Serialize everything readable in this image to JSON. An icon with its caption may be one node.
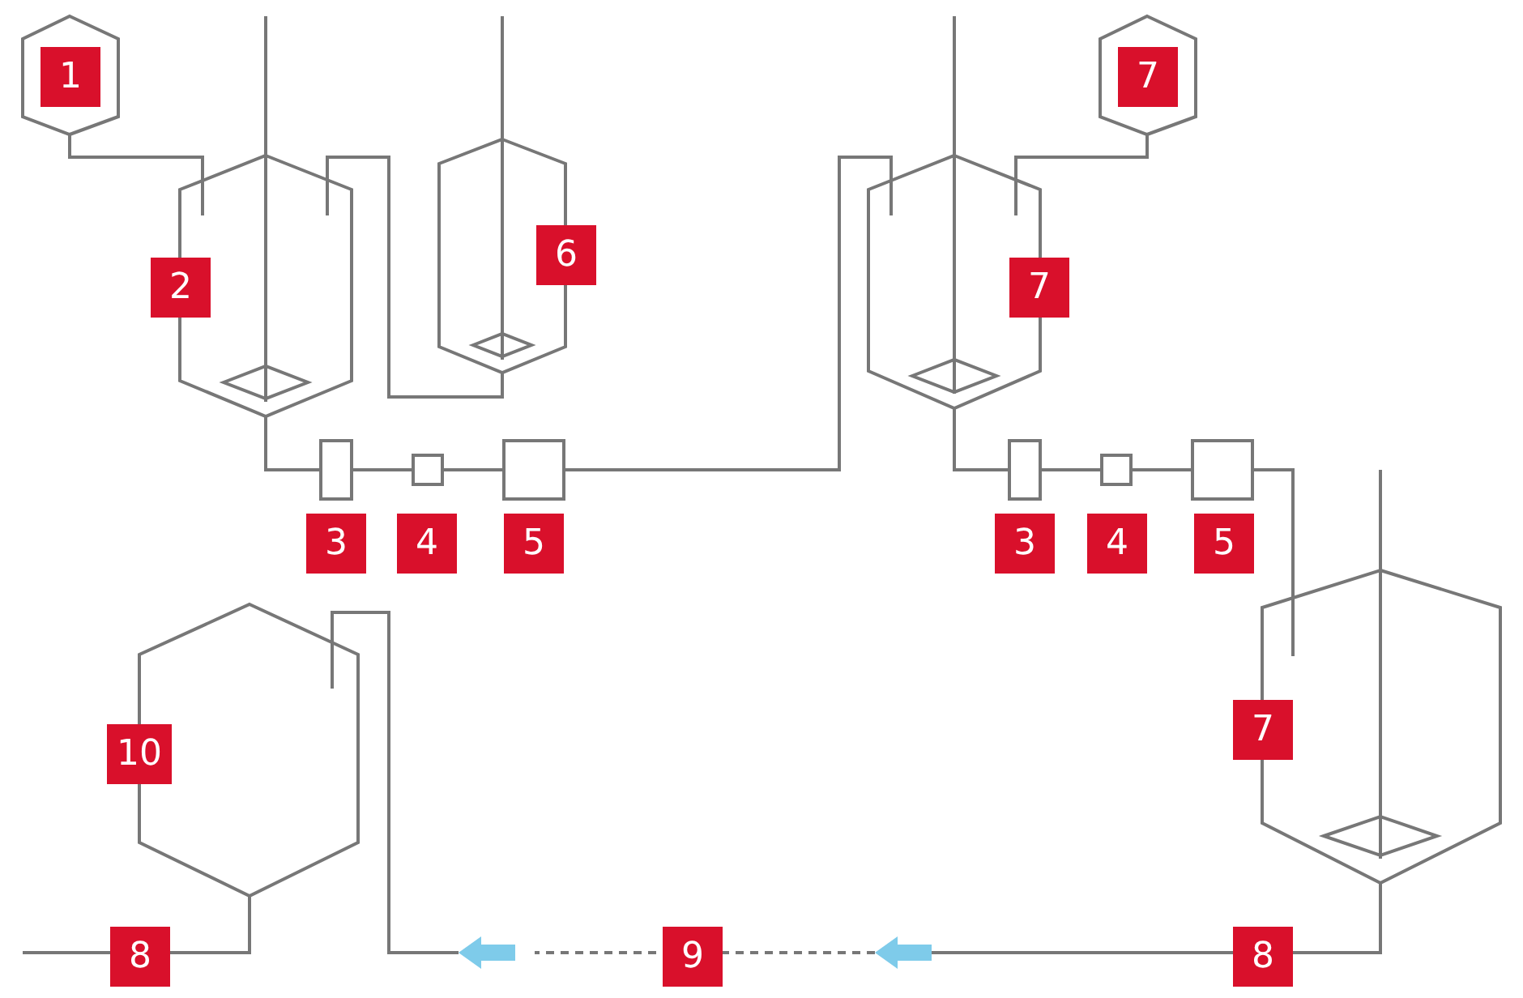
{
  "diagram": {
    "labels": [
      "1",
      "7",
      "6",
      "2",
      "7",
      "3",
      "4",
      "5",
      "3",
      "4",
      "5",
      "7",
      "10",
      "8",
      "9",
      "8"
    ]
  }
}
